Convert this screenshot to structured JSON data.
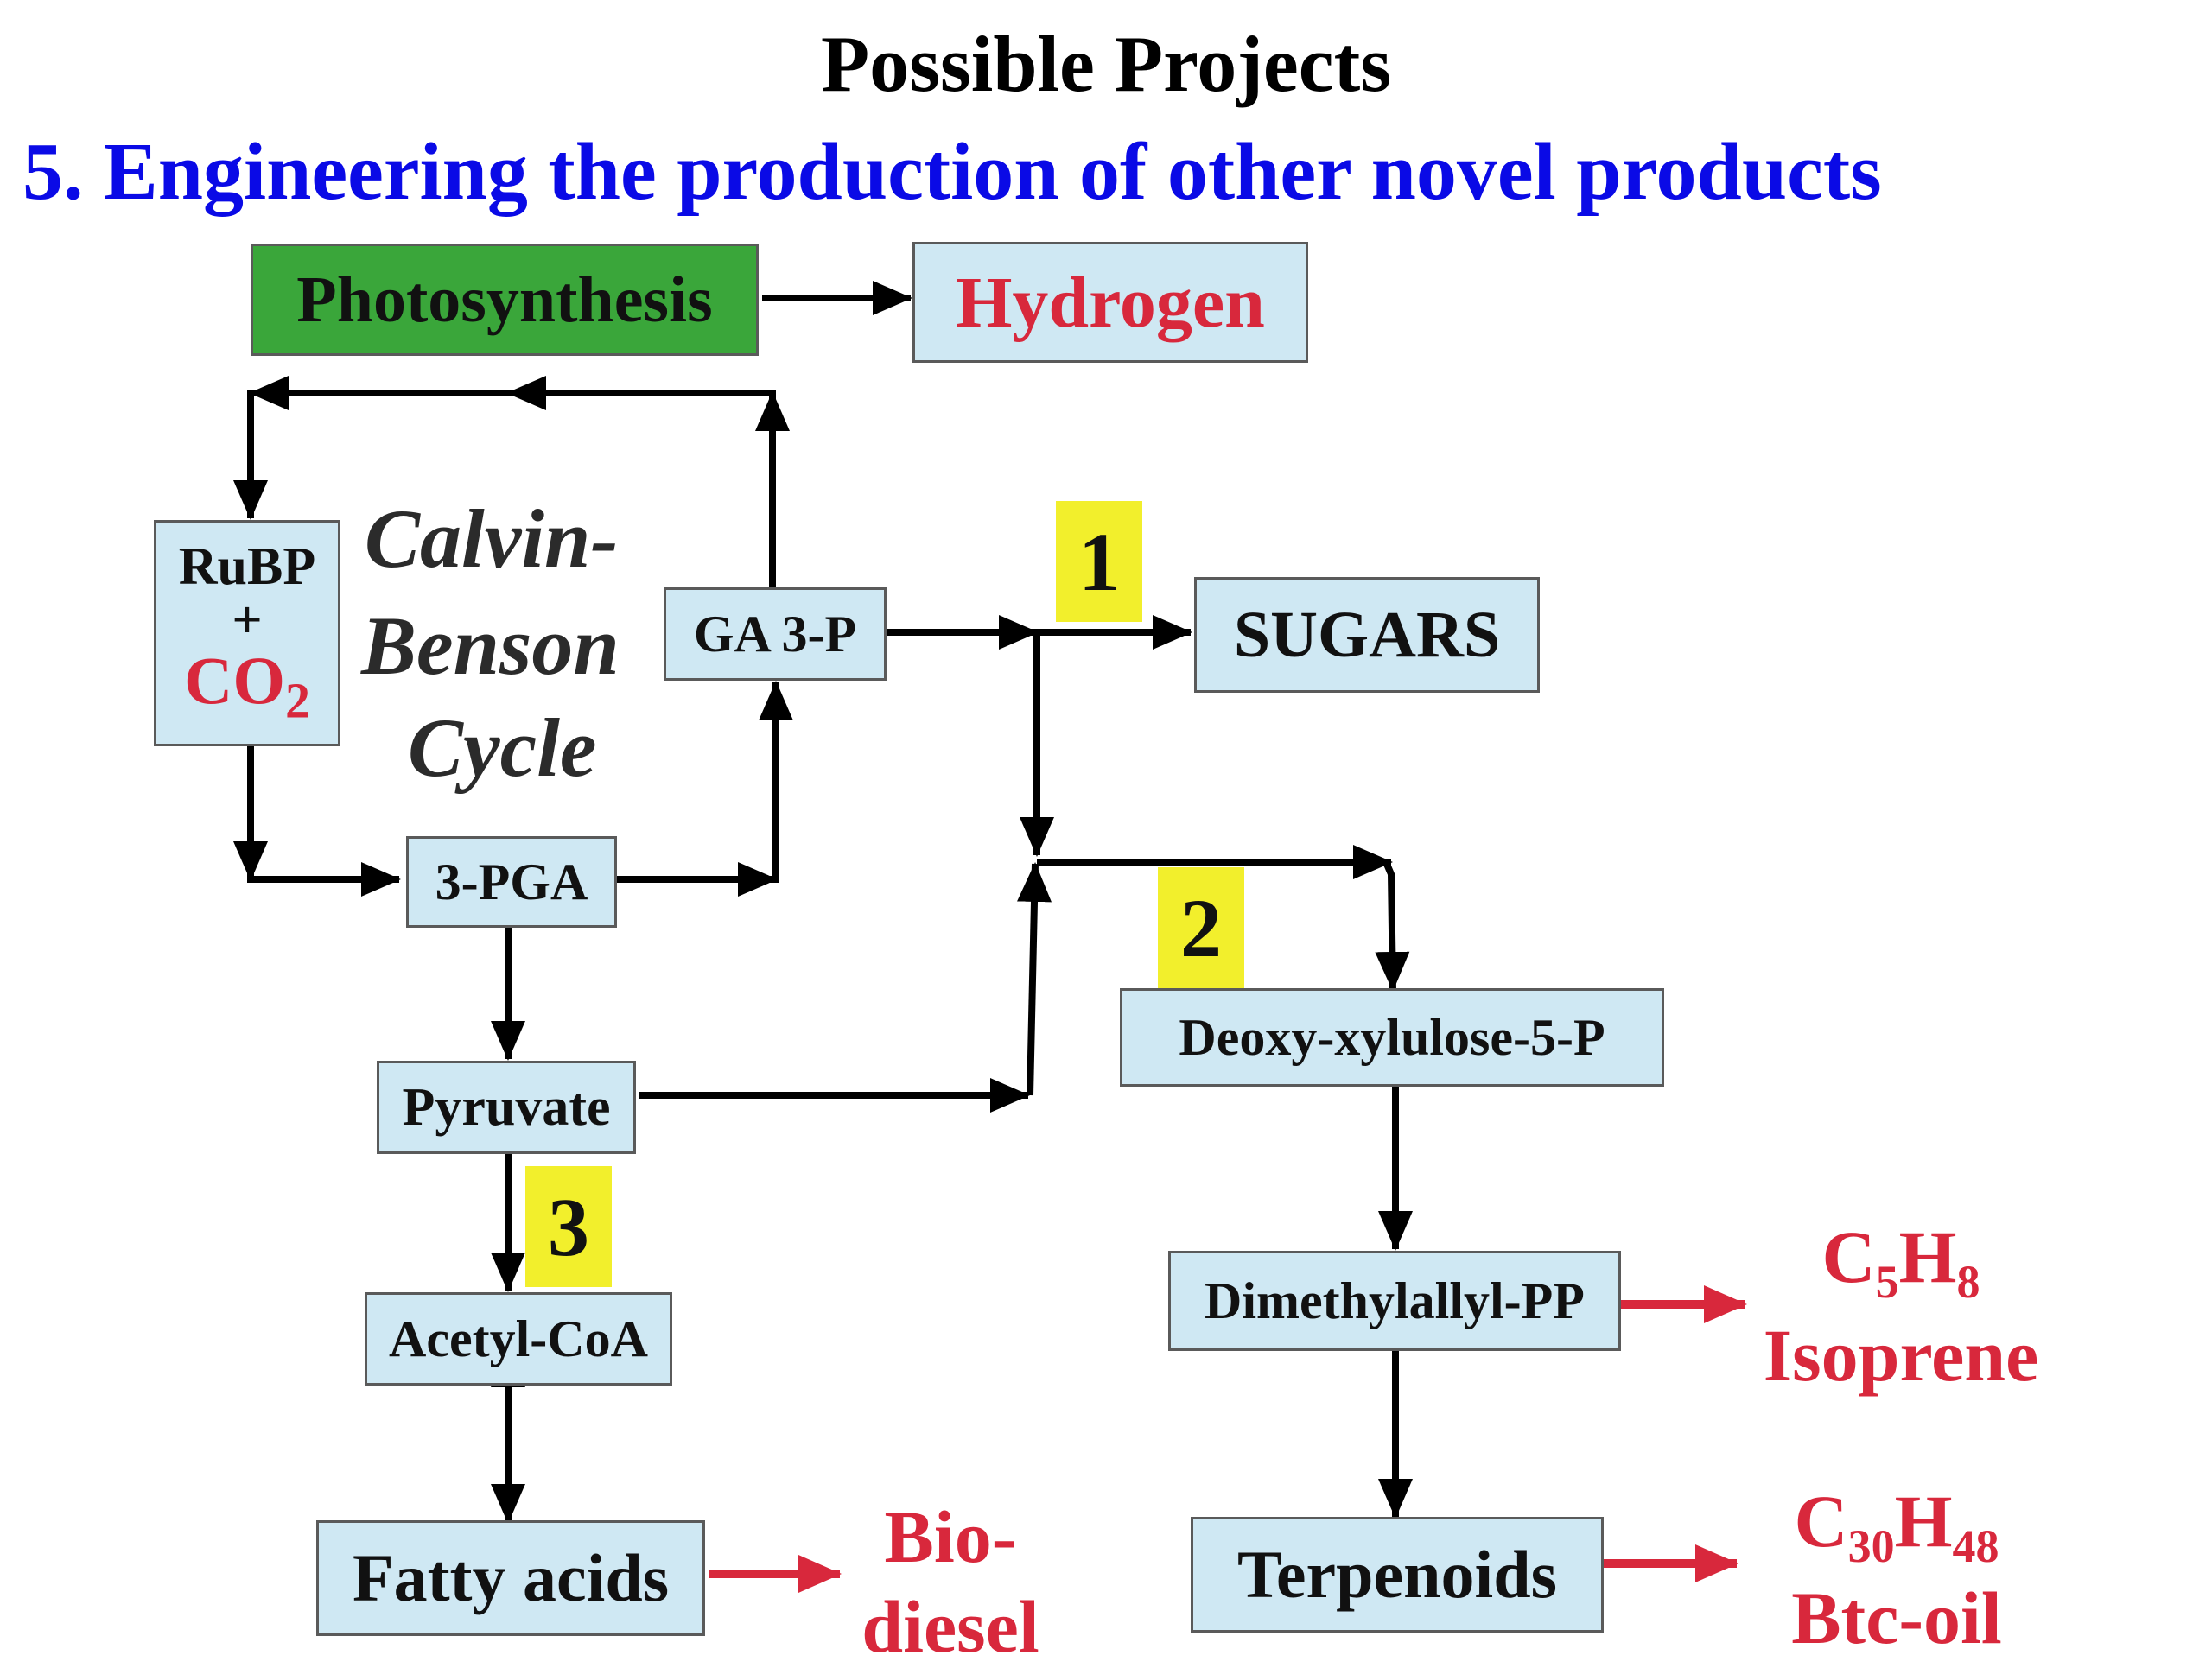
{
  "header": {
    "title": "Possible Projects",
    "subtitle": "5. Engineering the production of other novel products"
  },
  "boxes": {
    "photosynthesis": "Photosynthesis",
    "hydrogen": "Hydrogen",
    "rubp": "RuBP",
    "plus": "+",
    "co2_base": "CO",
    "co2_sub": "2",
    "ga3p": "GA 3-P",
    "sugars": "SUGARS",
    "pga": "3-PGA",
    "pyruvate": "Pyruvate",
    "acetyl_coa": "Acetyl-CoA",
    "fatty_acids": "Fatty acids",
    "deoxy_xylulose": "Deoxy-xylulose-5-P",
    "dimethylallyl": "Dimethylallyl-PP",
    "terpenoids": "Terpenoids"
  },
  "cycle_label": {
    "line1": "Calvin-",
    "line2": "Benson",
    "line3": "Cycle"
  },
  "project_numbers": [
    "1",
    "2",
    "3"
  ],
  "products": {
    "isoprene": {
      "formula_c": "C",
      "formula_c_sub": "5",
      "formula_h": "H",
      "formula_h_sub": "8",
      "name": "Isoprene"
    },
    "btc_oil": {
      "formula_c": "C",
      "formula_c_sub": "30",
      "formula_h": "H",
      "formula_h_sub": "48",
      "name": "Btc-oil"
    },
    "biodiesel": {
      "line1": "Bio-",
      "line2": "diesel"
    }
  },
  "colors": {
    "subtitle": "#0a0ae6",
    "box_fill": "#cfe8f3",
    "photosynthesis_fill": "#3aa63a",
    "product_red": "#d8283c",
    "number_highlight": "#f2ef2c",
    "arrow": "#000000"
  }
}
